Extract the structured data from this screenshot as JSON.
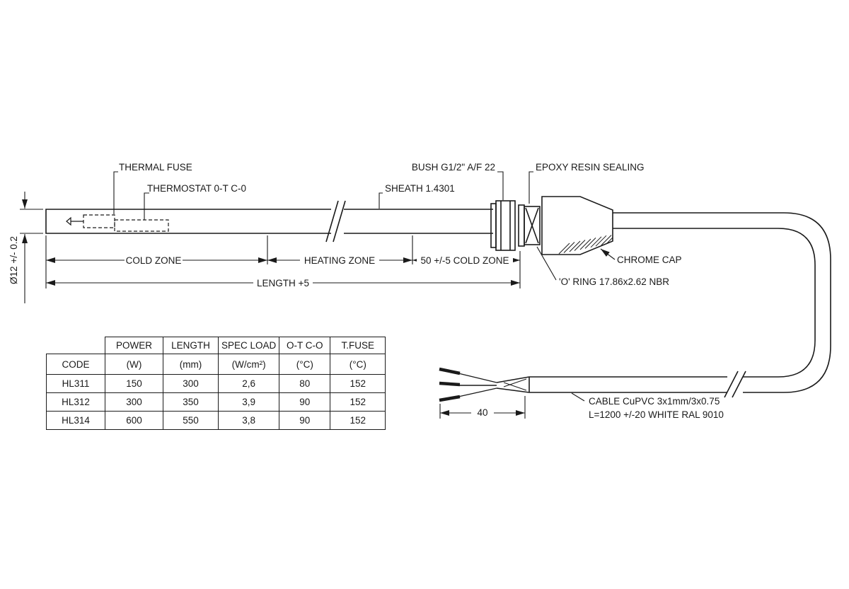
{
  "drawing": {
    "labels": {
      "thermal_fuse": "THERMAL FUSE",
      "thermostat": "THERMOSTAT 0-T C-0",
      "sheath": "SHEATH 1.4301",
      "bush": "BUSH G1/2\" A/F 22",
      "epoxy": "EPOXY RESIN SEALING",
      "chrome_cap": "CHROME CAP",
      "o_ring": "'O' RING 17.86x2.62 NBR",
      "diameter": "Ø12 +/- 0.2",
      "cold_zone": "COLD ZONE",
      "heating_zone": "HEATING ZONE",
      "cold_zone_right": "50 +/-5 COLD ZONE",
      "length": "LENGTH +5",
      "cable_spec_line1": "CABLE CuPVC 3x1mm/3x0.75",
      "cable_spec_line2": "L=1200 +/-20 WHITE RAL 9010",
      "wire_length": "40"
    },
    "line_color": "#1a1a1a"
  },
  "spec_table": {
    "header_top": [
      "POWER",
      "LENGTH",
      "SPEC LOAD",
      "O-T C-O",
      "T.FUSE"
    ],
    "header_units": [
      "CODE",
      "(W)",
      "(mm)",
      "(W/cm²)",
      "(°C)",
      "(°C)"
    ],
    "rows": [
      [
        "HL311",
        "150",
        "300",
        "2,6",
        "80",
        "152"
      ],
      [
        "HL312",
        "300",
        "350",
        "3,9",
        "90",
        "152"
      ],
      [
        "HL314",
        "600",
        "550",
        "3,8",
        "90",
        "152"
      ]
    ]
  }
}
